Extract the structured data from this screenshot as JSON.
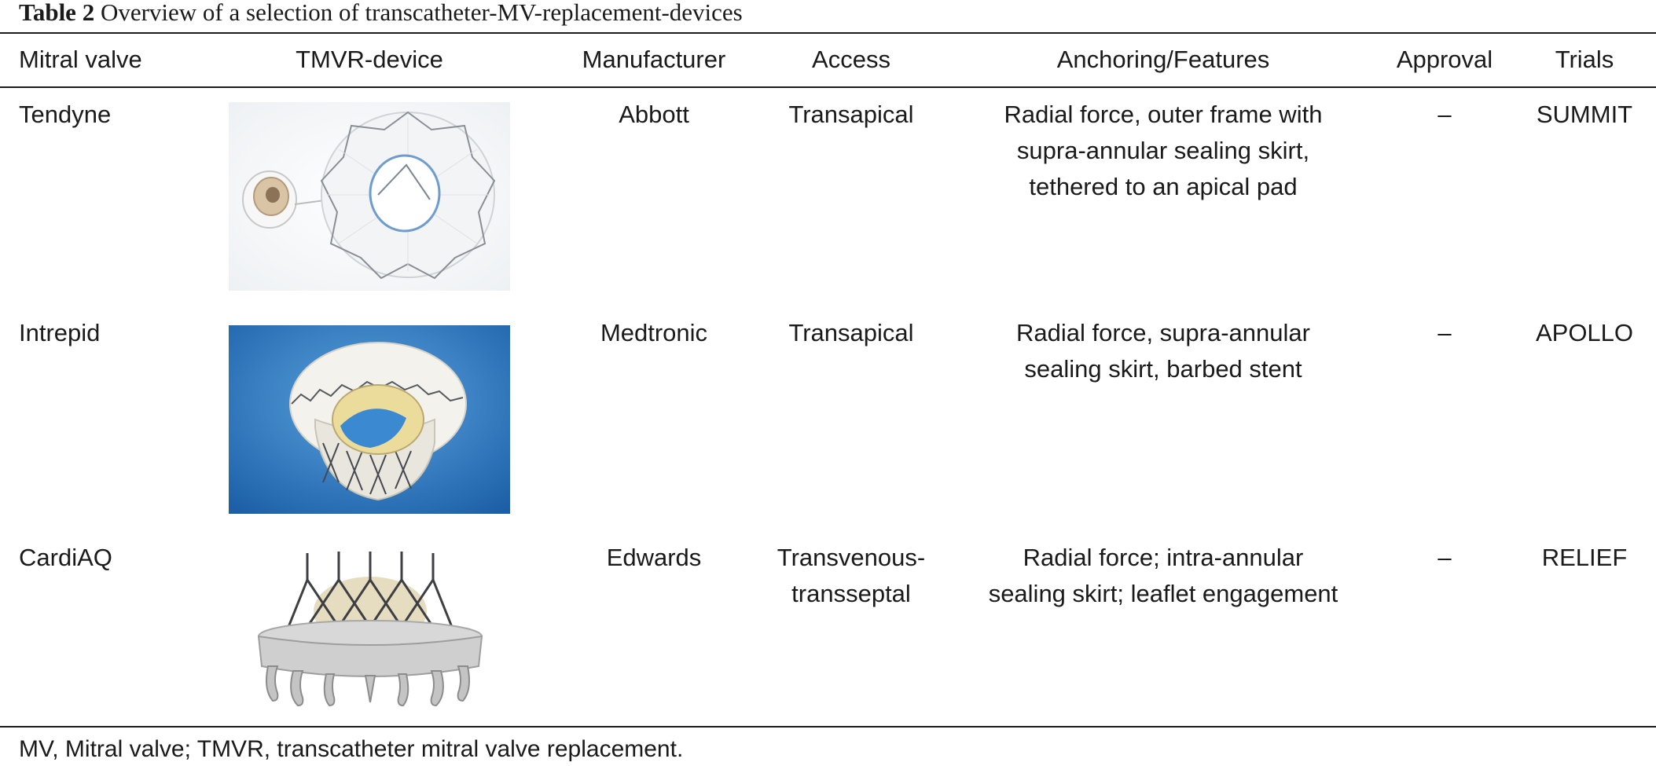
{
  "caption": {
    "label": "Table 2",
    "text": "Overview of a selection of transcatheter-MV-replacement-devices"
  },
  "table": {
    "headers": {
      "mitral_valve": "Mitral valve",
      "device": "TMVR-device",
      "manufacturer": "Manufacturer",
      "access": "Access",
      "anchoring": "Anchoring/Features",
      "approval": "Approval",
      "trials": "Trials"
    },
    "rows": [
      {
        "mitral_valve": "Tendyne",
        "device_image": "tendyne-valve-photo",
        "manufacturer": "Abbott",
        "access": [
          "Transapical"
        ],
        "anchoring": [
          "Radial force, outer frame with",
          "supra-annular sealing skirt,",
          "tethered to an apical pad"
        ],
        "approval": "–",
        "trials": "SUMMIT"
      },
      {
        "mitral_valve": "Intrepid",
        "device_image": "intrepid-valve-photo",
        "manufacturer": "Medtronic",
        "access": [
          "Transapical"
        ],
        "anchoring": [
          "Radial force, supra-annular",
          "sealing skirt, barbed stent"
        ],
        "approval": "–",
        "trials": "APOLLO"
      },
      {
        "mitral_valve": "CardiAQ",
        "device_image": "cardiaq-valve-photo",
        "manufacturer": "Edwards",
        "access": [
          "Transvenous-",
          "transseptal"
        ],
        "anchoring": [
          "Radial force; intra-annular",
          "sealing skirt; leaflet engagement"
        ],
        "approval": "–",
        "trials": "RELIEF"
      }
    ]
  },
  "footnote": "MV, Mitral valve; TMVR, transcatheter mitral valve replacement.",
  "colors": {
    "text": "#1a1a1a",
    "rule": "#1a1a1a",
    "intrepid_background": "#2a7ac2"
  }
}
